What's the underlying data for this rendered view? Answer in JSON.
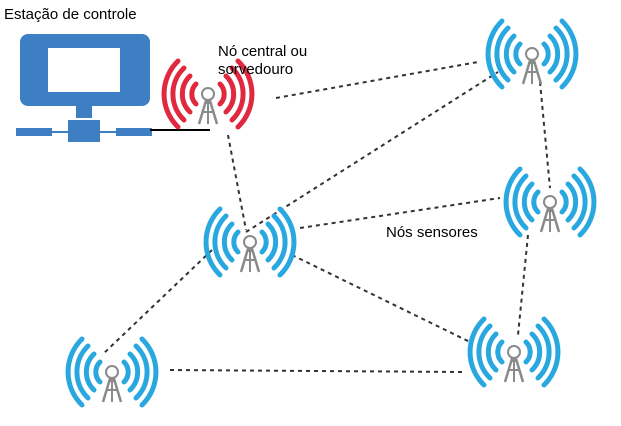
{
  "labels": {
    "control_station": "Estação de controle",
    "sink_node": "Nó central ou\nsorvedouro",
    "sensor_nodes": "Nós sensores"
  },
  "colors": {
    "monitor": "#3d7fc2",
    "sink_waves": "#e0283f",
    "sensor_waves": "#29a8e0",
    "tower": "#8a8a8a",
    "link": "#333333"
  },
  "icons": {
    "control_station": "computer-network-icon",
    "sink": "antenna-tower-icon",
    "sensor": "antenna-tower-icon"
  }
}
